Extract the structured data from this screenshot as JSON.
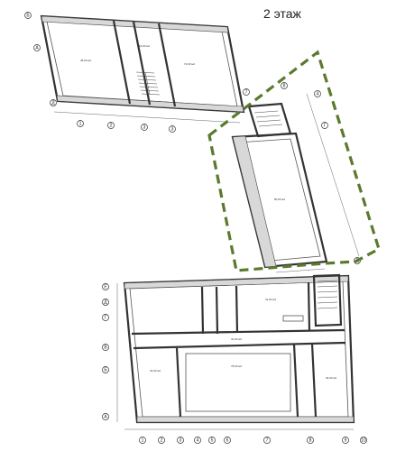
{
  "title": "2 этаж",
  "colors": {
    "highlight": "#5a7a2e",
    "walls": "#333333"
  },
  "top_wing": {
    "rooms": [
      {
        "id": "left-hall",
        "area": "48,00 м2"
      },
      {
        "id": "right-hall",
        "area": "72,00 м2"
      },
      {
        "id": "stair",
        "area": "16,00 м2"
      }
    ]
  },
  "middle_wing": {
    "rooms": [
      {
        "id": "main-hall",
        "area": "80,50 м2"
      }
    ]
  },
  "bottom_wing": {
    "rooms": [
      {
        "id": "room-top-left",
        "area": ""
      },
      {
        "id": "room-top-right",
        "area": "41,00 м2"
      },
      {
        "id": "corridor",
        "area": "32,00 м2"
      },
      {
        "id": "room-bottom-left",
        "area": "44,00 м2"
      },
      {
        "id": "room-bottom-center",
        "area": "78,00 м2"
      },
      {
        "id": "room-bottom-right",
        "area": "30,00 м2"
      }
    ]
  },
  "axes": {
    "top_horizontal": [
      "1",
      "2",
      "3",
      "3"
    ],
    "top_vertical": [
      "Б",
      "А",
      "Д"
    ],
    "mid_labels": [
      "7",
      "8",
      "4",
      "Г",
      "Д"
    ],
    "bottom_horizontal": [
      "1",
      "2",
      "3",
      "4",
      "5",
      "6",
      "7",
      "8",
      "9",
      "10"
    ],
    "bottom_vertical": [
      "Е",
      "Д",
      "Г",
      "В",
      "Б",
      "А"
    ]
  }
}
